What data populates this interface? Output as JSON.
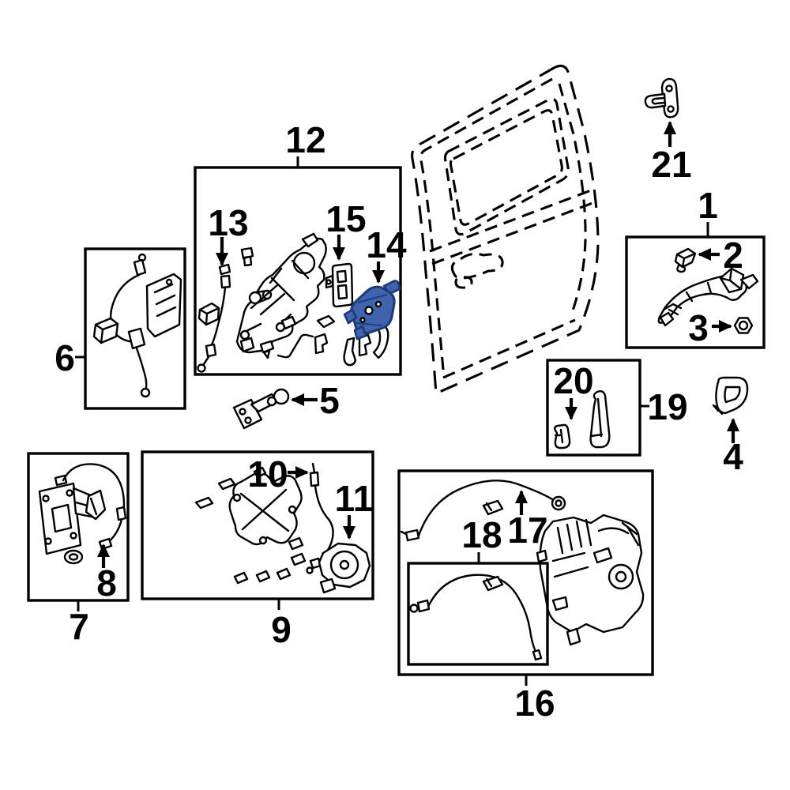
{
  "colors": {
    "background": "#ffffff",
    "line_art": "#000000",
    "highlight_fill": "#3f63ae",
    "highlight_outline": "#1d3b72"
  },
  "part_labels": {
    "p1": "1",
    "p2": "2",
    "p3": "3",
    "p4": "4",
    "p5": "5",
    "p6": "6",
    "p7": "7",
    "p8": "8",
    "p9": "9",
    "p10": "10",
    "p11": "11",
    "p12": "12",
    "p13": "13",
    "p14": "14",
    "p15": "15",
    "p16": "16",
    "p17": "17",
    "p18": "18",
    "p19": "19",
    "p20": "20",
    "p21": "21"
  },
  "highlighted_part": "14"
}
